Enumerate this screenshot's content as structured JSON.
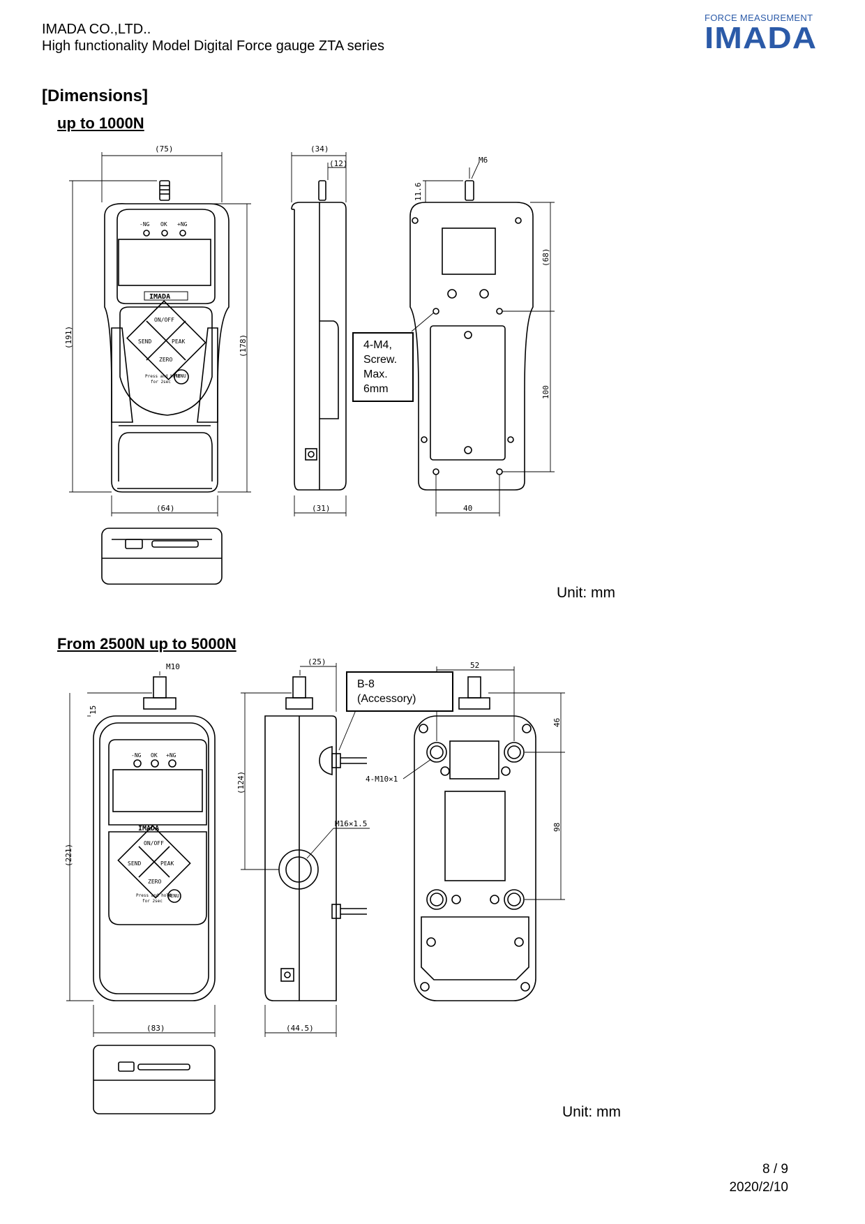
{
  "header": {
    "company": "IMADA CO.,LTD..",
    "product": "High functionality Model Digital Force gauge ZTA series",
    "logo_tagline": "FORCE MEASUREMENT",
    "logo_name": "IMADA"
  },
  "section_title": "[Dimensions]",
  "group1": {
    "heading": "up to 1000N",
    "dims": {
      "width_top": "(75)",
      "side_depth": "(34)",
      "side_tip": "(12)",
      "thread": "M6",
      "tip_len": "11.6",
      "height": "(191)",
      "height_body": "(178)",
      "back_top": "(68)",
      "back_mid": "100",
      "width_bottom": "(64)",
      "side_bottom": "(31)",
      "hole_spacing": "40"
    },
    "screw_note": [
      "4-M4,",
      "Screw.",
      "Max.",
      "6mm"
    ],
    "buttons": {
      "onoff": "ON/OFF",
      "send": "SEND",
      "peak": "PEAK",
      "zero": "ZERO",
      "menu": "MENU",
      "hint1": "Press and hold",
      "hint2": "for 2sec"
    },
    "leds": [
      "-NG",
      "OK",
      "+NG"
    ],
    "unit": "Unit: mm"
  },
  "group2": {
    "heading": "From 2500N up to 5000N",
    "dims": {
      "thread": "M10",
      "tip_len": "15",
      "side_depth": "(25)",
      "width_back": "52",
      "back_top": "46",
      "back_mid": "98",
      "height": "(221)",
      "side_height": "(124)",
      "width_bottom": "(83)",
      "side_bottom": "(44.5)",
      "holes": "4-M10×1",
      "center_thread": "M16×1.5"
    },
    "accessory_note": [
      "B-8",
      "(Accessory)"
    ],
    "buttons": {
      "onoff": "ON/OFF",
      "send": "SEND",
      "peak": "PEAK",
      "zero": "ZERO",
      "menu": "MENU",
      "hint1": "Press and hold",
      "hint2": "for 2sec"
    },
    "leds": [
      "-NG",
      "OK",
      "+NG"
    ],
    "unit": "Unit: mm"
  },
  "footer": {
    "page": "8 / 9",
    "date": "2020/2/10"
  }
}
